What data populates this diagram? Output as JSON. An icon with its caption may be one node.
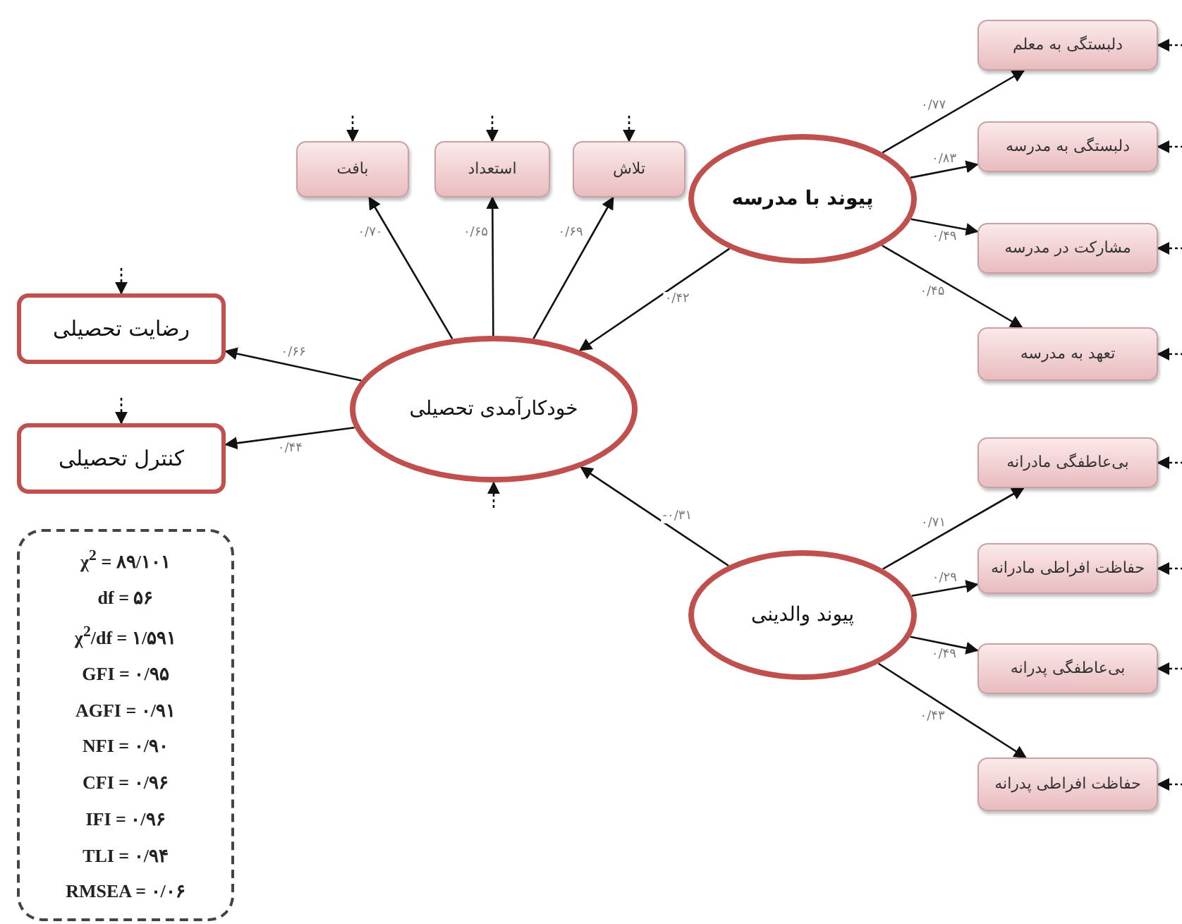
{
  "diagram": {
    "nodes": [
      {
        "text": [
          "بافت"
        ]
      },
      {
        "text": [
          "استعداد"
        ]
      },
      {
        "text": [
          "تلاش"
        ]
      },
      {
        "text": [
          "رضایت تحصیلی"
        ]
      },
      {
        "text": [
          "کنترل تحصیلی"
        ]
      },
      {
        "text": [
          "خودکارآمدی تحصیلی"
        ]
      },
      {
        "text": [
          "پیوند با مدرسه"
        ]
      },
      {
        "text": [
          "پیوند والدینی"
        ]
      },
      {
        "text": [
          "دلبستگی به معلم"
        ]
      },
      {
        "text": [
          "دلبستگی به مدرسه"
        ]
      },
      {
        "text": [
          "مشارکت در مدرسه"
        ]
      },
      {
        "text": [
          "تعهد به مدرسه"
        ]
      },
      {
        "text": [
          "بی‌عاطفگی مادرانه"
        ]
      },
      {
        "text": [
          "حفاظت افراطی مادرانه"
        ]
      },
      {
        "text": [
          "بی‌عاطفگی پدرانه"
        ]
      },
      {
        "text": [
          "حفاظت افراطی پدرانه"
        ]
      },
      {
        "text": [
          "χ$^{2}$ = ۸۹/۱۰۱",
          "df = ۵۶",
          "χ$^{2}$/df = ۱/۵۹۱",
          "GFI = ۰/۹۵",
          "AGFI = ۰/۹۱",
          "NFI = ۰/۹۰",
          "CFI = ۰/۹۶",
          "IFI = ۰/۹۶",
          "TLI = ۰/۹۴",
          "RMSEA = ۰/۰۶"
        ]
      }
    ],
    "edges": [
      {
        "from": 5,
        "to": 0,
        "arrow": "to",
        "label": "۰/۷۰"
      },
      {
        "from": 5,
        "to": 1,
        "arrow": "to",
        "label": "۰/۶۵"
      },
      {
        "from": 5,
        "to": 2,
        "arrow": "to",
        "label": "۰/۶۹"
      },
      {
        "from": 5,
        "to": 3,
        "arrow": "to",
        "label": "۰/۶۶"
      },
      {
        "from": 5,
        "to": 4,
        "arrow": "to",
        "label": "۰/۴۴"
      },
      {
        "from": 6,
        "to": 5,
        "arrow": "to",
        "label": "۰/۴۲"
      },
      {
        "from": 7,
        "to": 5,
        "arrow": "to",
        "label": "-۰/۳۱"
      },
      {
        "from": 6,
        "to": 8,
        "arrow": "to",
        "label": "۰/۷۷"
      },
      {
        "from": 6,
        "to": 9,
        "arrow": "to",
        "label": "۰/۸۳"
      },
      {
        "from": 6,
        "to": 10,
        "arrow": "to",
        "label": "۰/۴۹"
      },
      {
        "from": 6,
        "to": 11,
        "arrow": "to",
        "label": "۰/۴۵"
      },
      {
        "from": 7,
        "to": 12,
        "arrow": "to",
        "label": "۰/۷۱"
      },
      {
        "from": 7,
        "to": 13,
        "arrow": "to",
        "label": "۰/۲۹"
      },
      {
        "from": 7,
        "to": 14,
        "arrow": "to",
        "label": "۰/۴۹"
      },
      {
        "from": 7,
        "to": 15,
        "arrow": "to",
        "label": "۰/۴۳"
      },
      {
        "from": null,
        "to": 0,
        "arrow": "to",
        "style": "dashed"
      },
      {
        "from": null,
        "to": 1,
        "arrow": "to",
        "style": "dashed"
      },
      {
        "from": null,
        "to": 2,
        "arrow": "to",
        "style": "dashed"
      },
      {
        "from": null,
        "to": 3,
        "arrow": "to",
        "style": "dashed"
      },
      {
        "from": null,
        "to": 4,
        "arrow": "to",
        "style": "dashed"
      },
      {
        "from": null,
        "to": 5,
        "arrow": "to",
        "style": "dashed"
      },
      {
        "from": null,
        "to": 8,
        "arrow": "to",
        "style": "dashed"
      },
      {
        "from": null,
        "to": 9,
        "arrow": "to",
        "style": "dashed"
      },
      {
        "from": null,
        "to": 10,
        "arrow": "to",
        "style": "dashed"
      },
      {
        "from": null,
        "to": 11,
        "arrow": "to",
        "style": "dashed"
      },
      {
        "from": null,
        "to": 12,
        "arrow": "to",
        "style": "dashed"
      },
      {
        "from": null,
        "to": 13,
        "arrow": "to",
        "style": "dashed"
      },
      {
        "from": null,
        "to": 14,
        "arrow": "to",
        "style": "dashed"
      },
      {
        "from": null,
        "to": 15,
        "arrow": "to",
        "style": "dashed"
      }
    ]
  }
}
